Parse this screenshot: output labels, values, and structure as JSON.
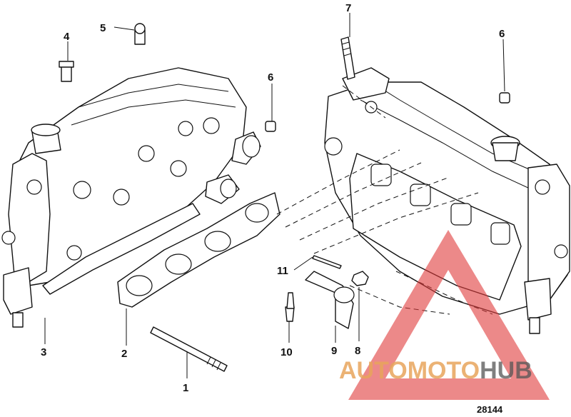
{
  "callouts": [
    {
      "id": "1",
      "label": "1"
    },
    {
      "id": "2",
      "label": "2"
    },
    {
      "id": "3",
      "label": "3"
    },
    {
      "id": "4",
      "label": "4"
    },
    {
      "id": "5",
      "label": "5"
    },
    {
      "id": "6a",
      "label": "6"
    },
    {
      "id": "6b",
      "label": "6"
    },
    {
      "id": "7",
      "label": "7"
    },
    {
      "id": "8",
      "label": "8"
    },
    {
      "id": "9",
      "label": "9"
    },
    {
      "id": "10",
      "label": "10"
    },
    {
      "id": "11",
      "label": "11"
    }
  ],
  "reference_number": "28144",
  "watermark": {
    "part1": "AUTO",
    "part2": "MOTO",
    "part3": "HUB",
    "colors": {
      "auto": "#e8a55c",
      "hub": "#555555",
      "triangle": "#e03a3a"
    }
  }
}
